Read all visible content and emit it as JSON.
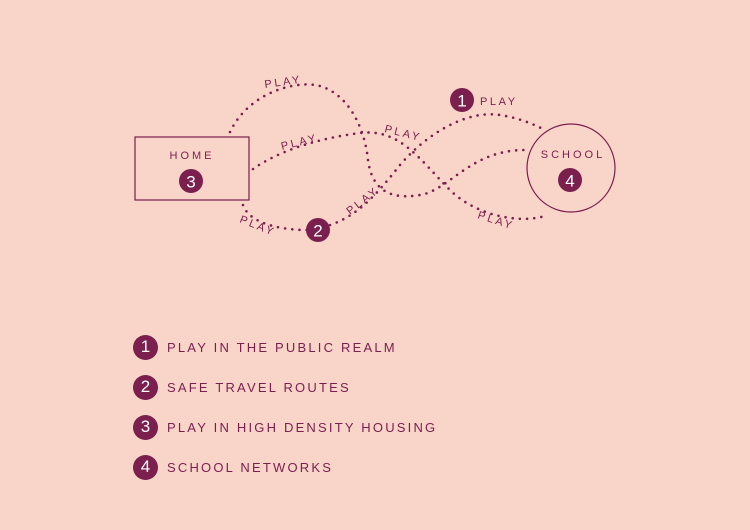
{
  "colors": {
    "background": "#f9d4c8",
    "accent": "#7a1f4e",
    "badge_text": "#ffffff"
  },
  "diagram": {
    "home": {
      "label": "HOME",
      "badge": "3"
    },
    "school": {
      "label": "SCHOOL",
      "badge": "4"
    },
    "route_badges": {
      "public_realm": "1",
      "safe_routes": "2"
    },
    "play_labels": [
      "PLAY",
      "PLAY",
      "PLAY",
      "PLAY",
      "PLAY",
      "PLAY",
      "PLAY"
    ]
  },
  "legend": {
    "items": [
      {
        "number": "1",
        "label": "PLAY IN THE PUBLIC REALM"
      },
      {
        "number": "2",
        "label": "SAFE TRAVEL ROUTES"
      },
      {
        "number": "3",
        "label": "PLAY IN HIGH DENSITY HOUSING"
      },
      {
        "number": "4",
        "label": "SCHOOL NETWORKS"
      }
    ]
  }
}
